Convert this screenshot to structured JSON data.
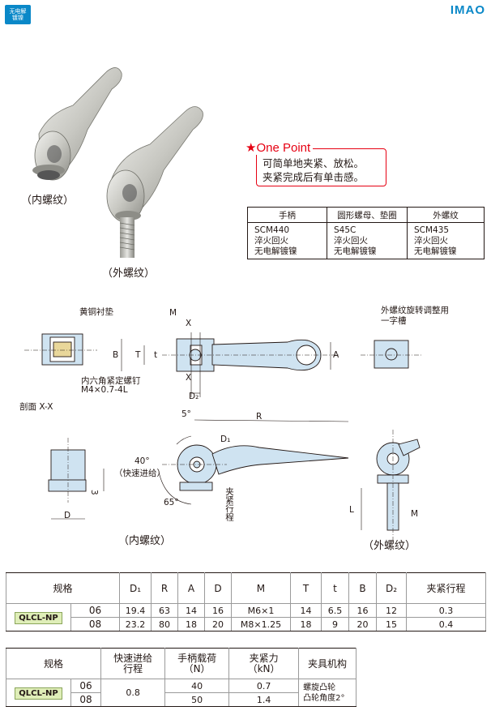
{
  "header": {
    "badge_line1": "无电解",
    "badge_line2": "镀镍",
    "brand": "IMAO"
  },
  "photo_labels": {
    "internal": "（内螺纹）",
    "external": "（外螺纹）"
  },
  "one_point": {
    "title": "★One Point",
    "line1": "可简单地夹紧、放松。",
    "line2": "夹紧完成后有单击感。"
  },
  "materials": {
    "headers": [
      "手柄",
      "圆形螺母、垫圈",
      "外螺纹"
    ],
    "cells": [
      [
        "SCM440",
        "淬火回火",
        "无电解镀镍"
      ],
      [
        "S45C",
        "淬火回火",
        "无电解镀镍"
      ],
      [
        "SCM435",
        "淬火回火",
        "无电解镀镍"
      ]
    ]
  },
  "drawing": {
    "brass_pad": "黄铜衬垫",
    "hex_screw_1": "内六角紧定螺钉",
    "hex_screw_2": "M4×0.7-4L",
    "section": "剖面 X-X",
    "slot_1": "外螺纹旋转调整用",
    "slot_2": "一字槽",
    "quick_feed_1": "40°",
    "quick_feed_2": "（快速进给）",
    "clamp_stroke": "夹紧行程",
    "angle_5": "5°",
    "angle_65": "65°",
    "dim_3": "3",
    "dims": {
      "M": "M",
      "X": "X",
      "B": "B",
      "T": "T",
      "t": "t",
      "A": "A",
      "D2": "D₂",
      "R": "R",
      "D1": "D₁",
      "D": "D",
      "L": "L"
    },
    "internal": "（内螺纹）",
    "external": "（外螺纹）"
  },
  "spec1": {
    "headers": [
      "规格",
      "D₁",
      "R",
      "A",
      "D",
      "M",
      "T",
      "t",
      "B",
      "D₂",
      "夹紧行程"
    ],
    "code": "QLCL-NP",
    "rows": [
      [
        "06",
        "19.4",
        "63",
        "14",
        "16",
        "M6×1",
        "14",
        "6.5",
        "16",
        "12",
        "0.3"
      ],
      [
        "08",
        "23.2",
        "80",
        "18",
        "20",
        "M8×1.25",
        "18",
        "9",
        "20",
        "15",
        "0.4"
      ]
    ]
  },
  "spec2": {
    "headers": [
      "规格",
      "快速进给\n行程",
      "手柄载荷\n（N）",
      "夹紧力\n（kN）",
      "夹具机构"
    ],
    "code": "QLCL-NP",
    "sizes": [
      "06",
      "08"
    ],
    "quick_feed": "0.8",
    "handle_load": [
      "40",
      "50"
    ],
    "clamp_force": [
      "0.7",
      "1.4"
    ],
    "mechanism_1": "螺旋凸轮",
    "mechanism_2": "凸轮角度2°"
  }
}
